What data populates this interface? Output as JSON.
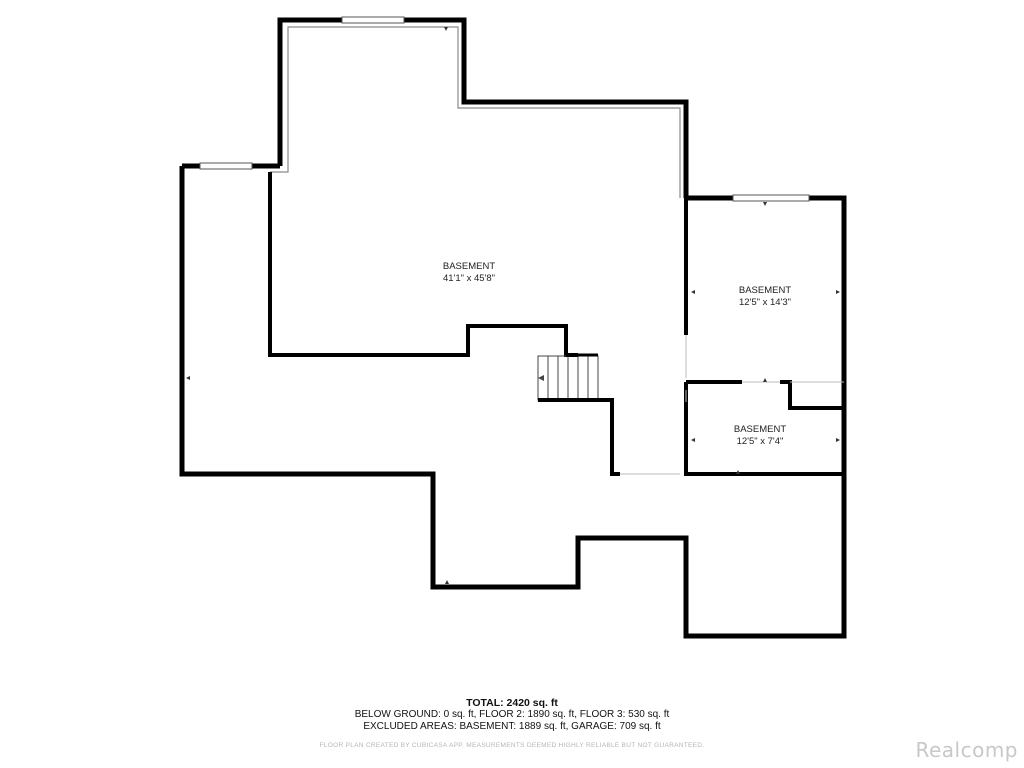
{
  "rooms": [
    {
      "name": "BASEMENT",
      "size": "41'1\" x 45'8\""
    },
    {
      "name": "BASEMENT",
      "size": "12'5\" x 14'3\""
    },
    {
      "name": "BASEMENT",
      "size": "12'5\" x 7'4\""
    }
  ],
  "summary": {
    "total": "TOTAL: 2420 sq. ft",
    "below_ground": "BELOW GROUND: 0 sq. ft, FLOOR 2: 1890 sq. ft, FLOOR 3: 530 sq. ft",
    "excluded": "EXCLUDED AREAS: BASEMENT: 1889 sq. ft, GARAGE: 709 sq. ft"
  },
  "disclaimer": "FLOOR PLAN CREATED BY CUBICASA APP. MEASUREMENTS DEEMED HIGHLY RELIABLE BUT NOT GUARANTEED.",
  "brand": "Realcomp",
  "colors": {
    "wall": "#000000",
    "thin_wall": "#7a7a7a",
    "label": "#222222"
  }
}
